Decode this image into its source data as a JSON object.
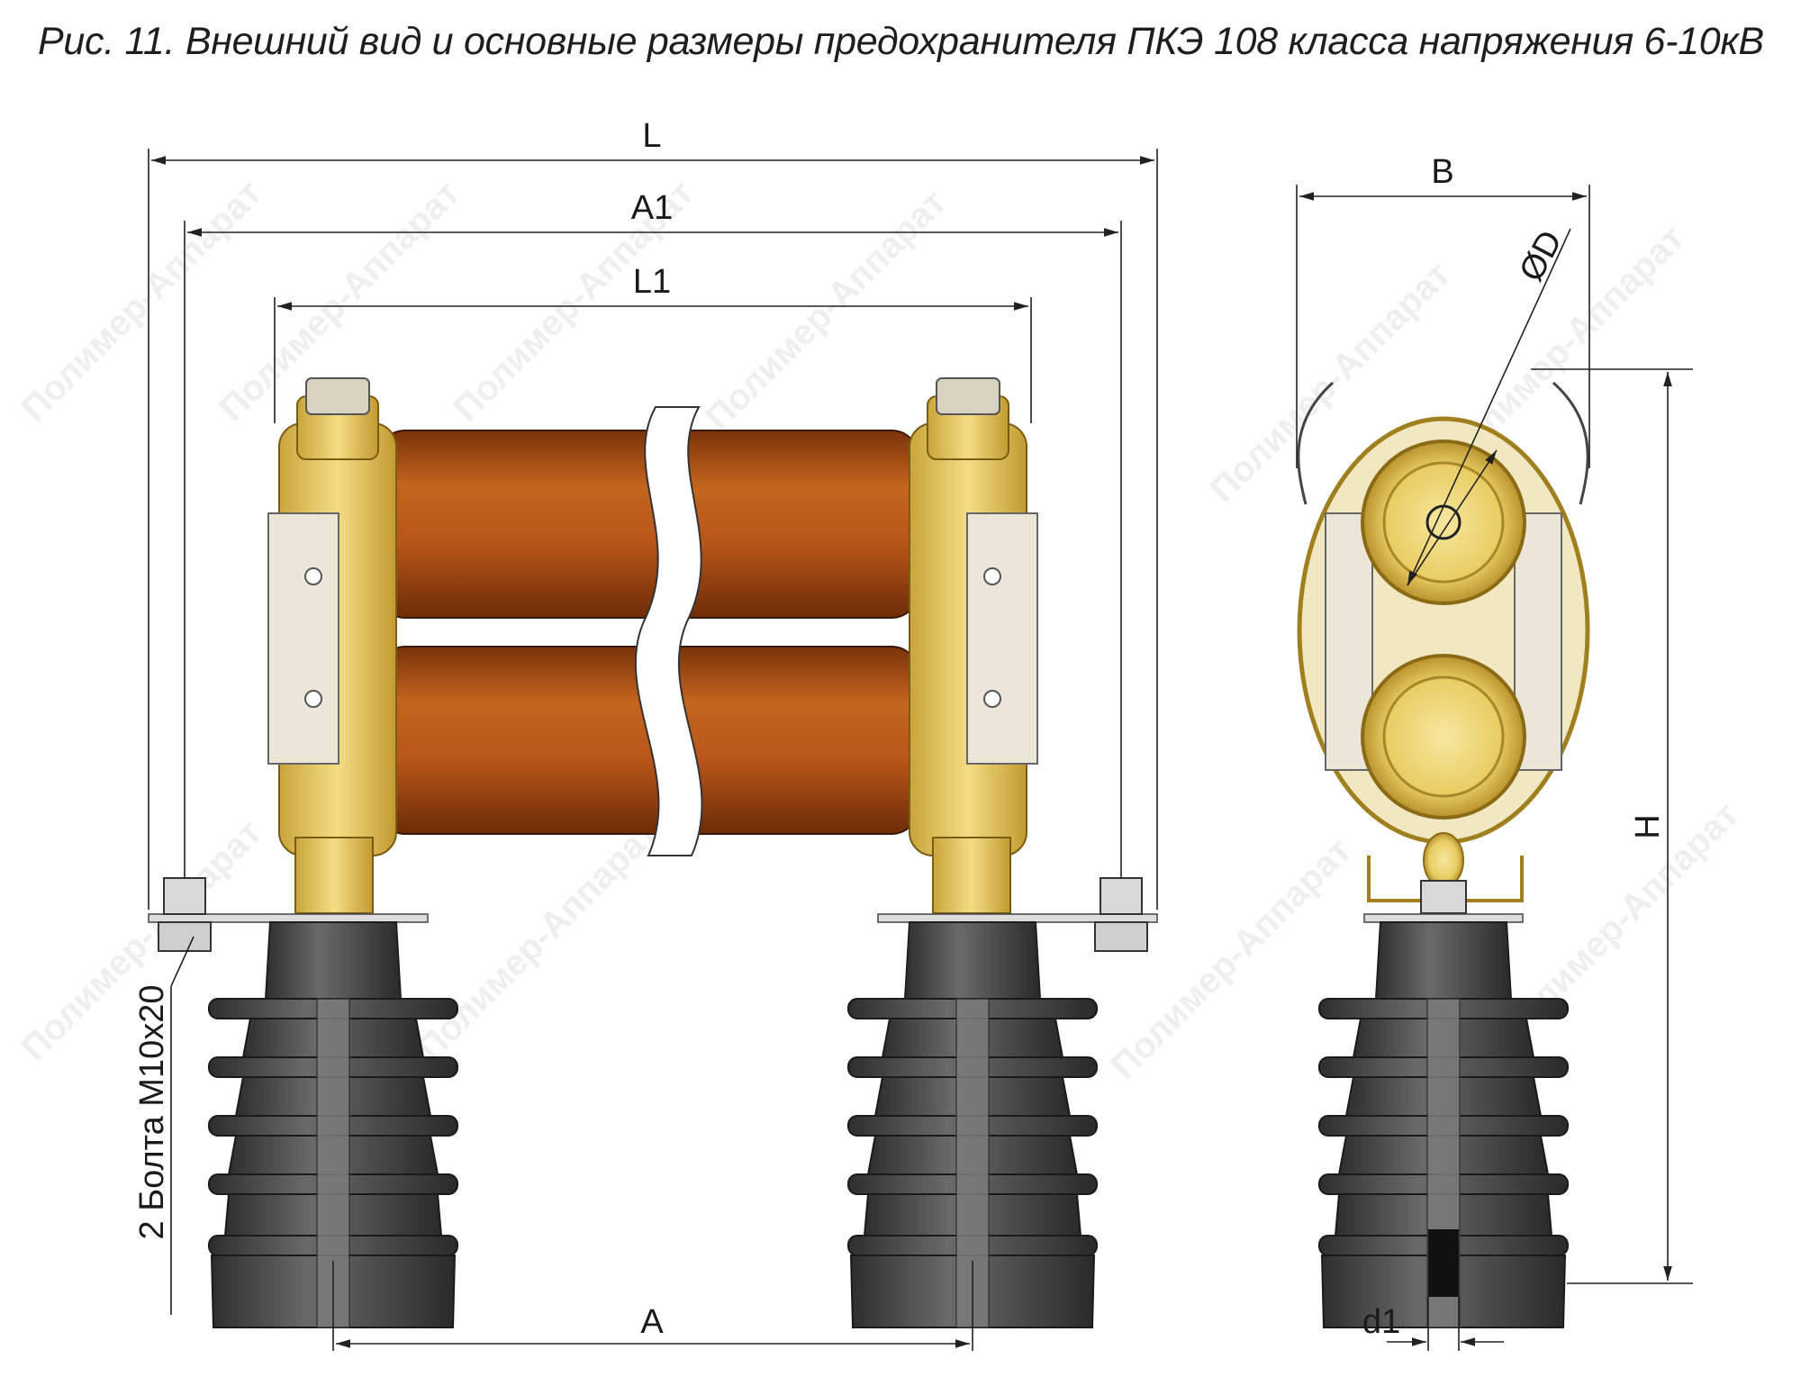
{
  "caption": "Рис. 11. Внешний вид и основные размеры предохранителя ПКЭ 108 класса напряжения 6-10кВ",
  "dimensions": {
    "L": "L",
    "A1": "A1",
    "L1": "L1",
    "A": "A",
    "B": "B",
    "D": "ØD",
    "H": "H",
    "d1": "d1"
  },
  "bolt_note": "2 Болта М10х20",
  "watermark": "Полимер-Аппарат",
  "colors": {
    "fuse_tube": "#b8561a",
    "brass": "#e6c65a",
    "insulator": "#4a4a4a",
    "bracket": "#ece6d8",
    "line": "#222222"
  }
}
